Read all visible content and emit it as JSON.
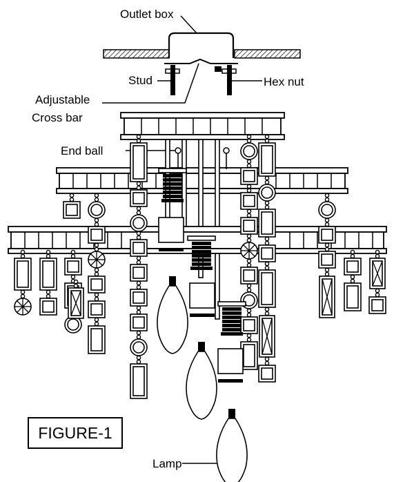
{
  "labels": {
    "outlet_box": "Outlet box",
    "stud": "Stud",
    "hex_nut": "Hex nut",
    "adjustable": "Adjustable",
    "cross_bar": "Cross bar",
    "end_ball": "End ball",
    "lamp": "Lamp"
  },
  "figure_caption": "FIGURE-1",
  "colors": {
    "ink": "#000000",
    "paper": "#ffffff"
  }
}
